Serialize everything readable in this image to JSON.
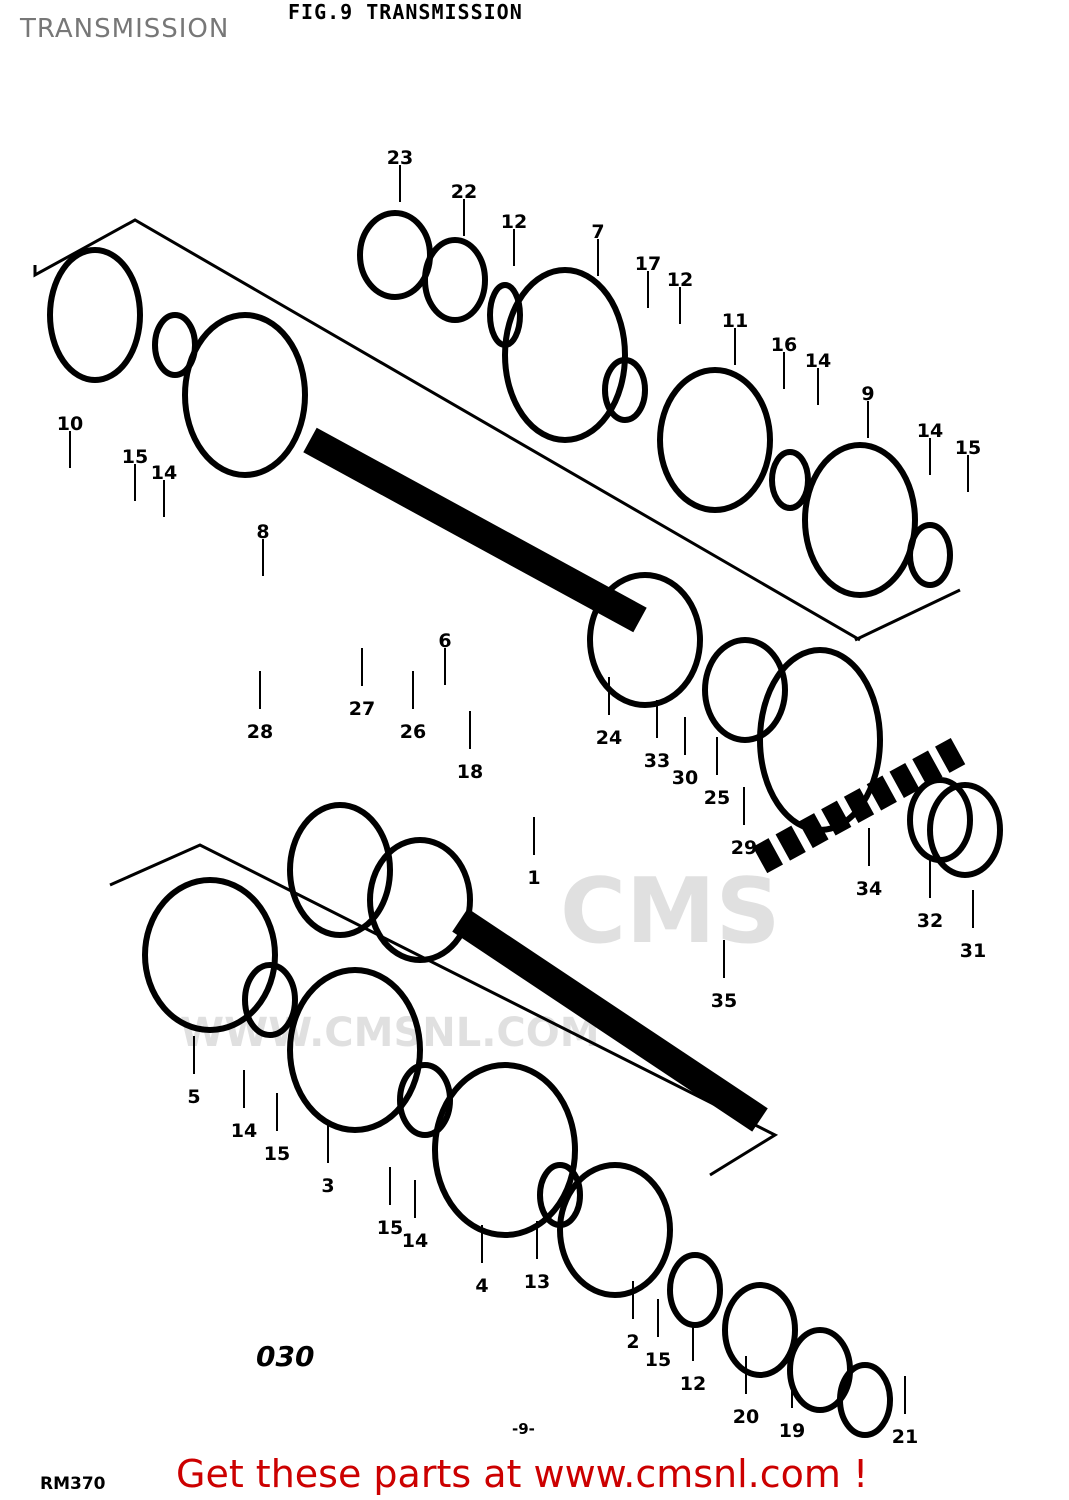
{
  "overlay_title": "TRANSMISSION",
  "figure_title": "FIG.9 TRANSMISSION",
  "figure_code": "030",
  "reference": "RM370",
  "page_number": "-9-",
  "promo_link": "Get these parts at www.cmsnl.com !",
  "watermark": {
    "logo_text": "CMS",
    "url": "WWW.CMSNL.COM"
  },
  "part_labels": [
    "23",
    "22",
    "12",
    "7",
    "17",
    "12",
    "11",
    "16",
    "14",
    "9",
    "14",
    "15",
    "10",
    "15",
    "14",
    "8",
    "6",
    "24",
    "33",
    "30",
    "25",
    "29",
    "34",
    "32",
    "31",
    "28",
    "27",
    "26",
    "18",
    "1",
    "35",
    "5",
    "14",
    "15",
    "3",
    "15",
    "14",
    "4",
    "13",
    "2",
    "15",
    "12",
    "20",
    "19",
    "21"
  ]
}
